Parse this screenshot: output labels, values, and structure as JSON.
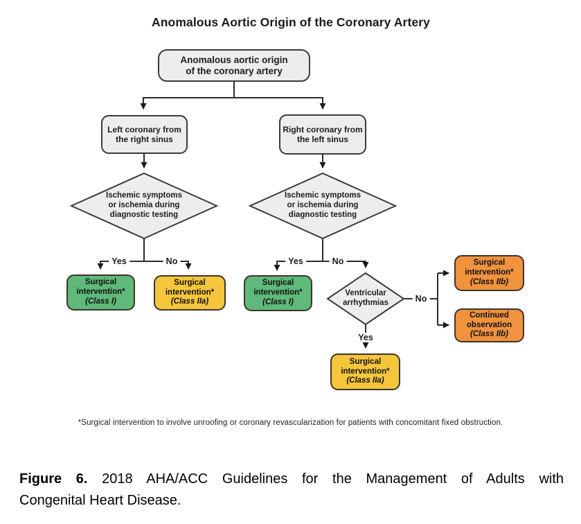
{
  "title": "Anomalous Aortic Origin of the Coronary Artery",
  "labels": {
    "yes": "Yes",
    "no": "No"
  },
  "nodes": {
    "root": {
      "text": "Anomalous aortic origin\nof the coronary artery"
    },
    "left_branch": {
      "text": "Left coronary from\nthe right sinus"
    },
    "right_branch": {
      "text": "Right coronary from\nthe left sinus"
    },
    "left_decision": {
      "text": "Ischemic symptoms\nor ischemia during\ndiagnostic testing"
    },
    "right_decision": {
      "text": "Ischemic symptoms\nor ischemia during\ndiagnostic testing"
    },
    "arrhythmia_decision": {
      "text": "Ventricular\narrhythmias"
    },
    "left_yes_outcome": {
      "text": "Surgical\nintervention*",
      "class_label": "(Class I)"
    },
    "left_no_outcome": {
      "text": "Surgical\nintervention*",
      "class_label": "(Class IIa)"
    },
    "right_yes_outcome": {
      "text": "Surgical\nintervention*",
      "class_label": "(Class I)"
    },
    "arrhythmia_yes_outcome": {
      "text": "Surgical\nintervention*",
      "class_label": "(Class IIa)"
    },
    "arrhythmia_no_outcome_1": {
      "text": "Surgical\nintervention*",
      "class_label": "(Class IIb)"
    },
    "arrhythmia_no_outcome_2": {
      "text": "Continued\nobservation",
      "class_label": "(Class IIb)"
    }
  },
  "footnote": "*Surgical intervention to involve unroofing or coronary revascularization for patients with concomitant fixed obstruction.",
  "caption": {
    "label": "Figure 6.",
    "line1": "2018 AHA/ACC Guidelines for the Management of Adults with",
    "line2": "Congenital Heart Disease."
  },
  "colors": {
    "class_i_green": "#5eb97a",
    "class_iia_yellow": "#f5c53c",
    "class_iib_orange": "#f0923e",
    "node_gray": "#ededed",
    "line": "#2b2b2b"
  }
}
